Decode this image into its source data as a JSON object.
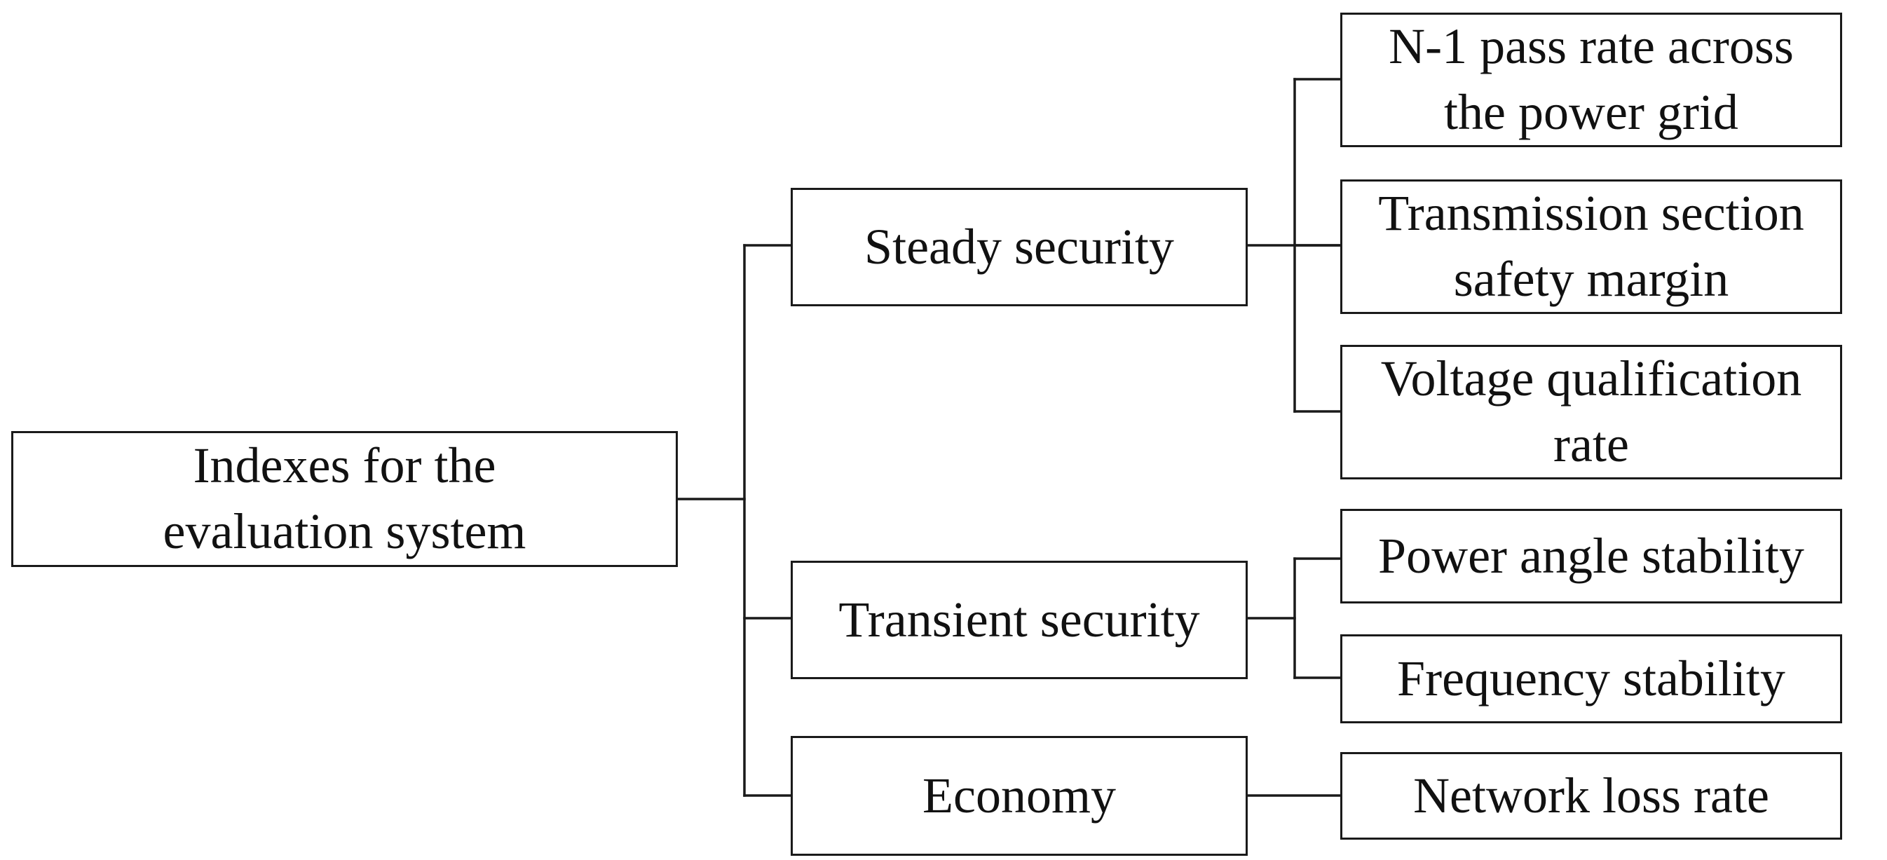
{
  "diagram": {
    "root": {
      "label": "Indexes for the\nevaluation system"
    },
    "categories": [
      {
        "label": "Steady security",
        "indicators": [
          {
            "label": "N-1 pass rate across\nthe power grid"
          },
          {
            "label": "Transmission section\nsafety margin"
          },
          {
            "label": "Voltage qualification\nrate"
          }
        ]
      },
      {
        "label": "Transient security",
        "indicators": [
          {
            "label": "Power angle stability"
          },
          {
            "label": "Frequency stability"
          }
        ]
      },
      {
        "label": "Economy",
        "indicators": [
          {
            "label": "Network loss rate"
          }
        ]
      }
    ]
  }
}
